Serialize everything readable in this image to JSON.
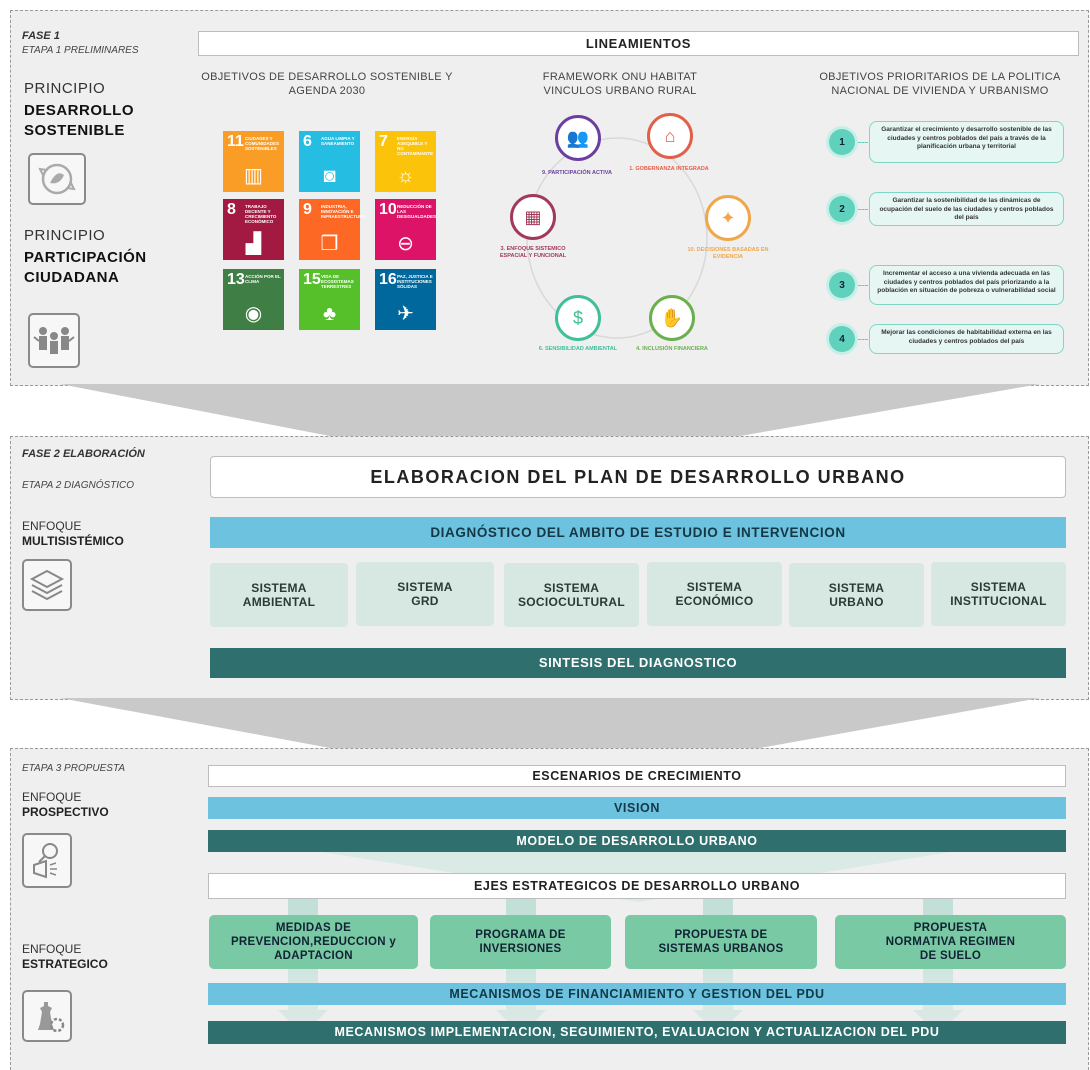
{
  "fase1": {
    "title": "FASE 1",
    "subtitle": "ETAPA 1 PRELIMINARES",
    "principle1_light": "PRINCIPIO",
    "principle1_bold_l1": "DESARROLLO",
    "principle1_bold_l2": "SOSTENIBLE",
    "principle2_light": "PRINCIPIO",
    "principle2_bold_l1": "PARTICIPACIÓN",
    "principle2_bold_l2": "CIUDADANA",
    "lineamientos": "LINEAMIENTOS",
    "col1_l1": "OBJETIVOS DE DESARROLLO SOSTENIBLE Y",
    "col1_l2": "AGENDA 2030",
    "col2_l1": "FRAMEWORK ONU HABITAT",
    "col2_l2": "VINCULOS URBANO RURAL",
    "col3_l1": "OBJETIVOS PRIORITARIOS DE LA POLITICA",
    "col3_l2": "NACIONAL DE VIVIENDA Y URBANISMO",
    "sdgs": [
      {
        "num": "11",
        "text": "Ciudades y comunidades sostenibles",
        "color": "#f99d26",
        "icon": "▥"
      },
      {
        "num": "6",
        "text": "Agua limpia y saneamiento",
        "color": "#26bde2",
        "icon": "◙"
      },
      {
        "num": "7",
        "text": "Energía asequible y no contaminante",
        "color": "#fcc30b",
        "icon": "☼"
      },
      {
        "num": "8",
        "text": "Trabajo decente y crecimiento económico",
        "color": "#a21942",
        "icon": "▟"
      },
      {
        "num": "9",
        "text": "Industria, innovación e infraestructura",
        "color": "#fd6925",
        "icon": "❒"
      },
      {
        "num": "10",
        "text": "Reducción de las desigualdades",
        "color": "#dd1367",
        "icon": "⊖"
      },
      {
        "num": "13",
        "text": "Acción por el clima",
        "color": "#3f7e44",
        "icon": "◉"
      },
      {
        "num": "15",
        "text": "Vida de ecosistemas terrestres",
        "color": "#56c02b",
        "icon": "♣"
      },
      {
        "num": "16",
        "text": "Paz, justicia e instituciones sólidas",
        "color": "#00689d",
        "icon": "✈"
      }
    ],
    "framework": [
      {
        "label": "9. PARTICIPACIÓN ACTIVA",
        "color": "#6b3fa0",
        "icon": "👥"
      },
      {
        "label": "1. GOBERNANZA INTEGRADA",
        "color": "#e0604a",
        "icon": "⌂"
      },
      {
        "label": "10. DECISIONES BASADAS EN EVIDENCIA",
        "color": "#f0a64a",
        "icon": "✦"
      },
      {
        "label": "4. INCLUSIÓN FINANCIERA",
        "color": "#6ab04c",
        "icon": "✋"
      },
      {
        "label": "6. SENSIBILIDAD AMBIENTAL",
        "color": "#3fbf9a",
        "icon": "$"
      },
      {
        "label": "3. ENFOQUE SISTEMICO ESPACIAL Y FUNCIONAL",
        "color": "#a13a5a",
        "icon": "▦"
      }
    ],
    "objectives": [
      {
        "num": "1",
        "text": "Garantizar el crecimiento y desarrollo sostenible de las ciudades y centros poblados del país a través de la planificación urbana y territorial"
      },
      {
        "num": "2",
        "text": "Garantizar la sostenibilidad de las dinámicas de ocupación del suelo de las ciudades y centros poblados del país"
      },
      {
        "num": "3",
        "text": "Incrementar el acceso a una vivienda adecuada en las ciudades y centros poblados del país priorizando a la población en situación de pobreza o vulnerabilidad social"
      },
      {
        "num": "4",
        "text": "Mejorar las condiciones de habitabilidad externa en las ciudades y centros poblados del país"
      }
    ]
  },
  "fase2": {
    "title": "FASE 2 ELABORACIÓN",
    "subtitle": "ETAPA 2 DIAGNÓSTICO",
    "enfoque_light": "ENFOQUE",
    "enfoque_bold": "MULTISISTÉMICO",
    "plan_title": "ELABORACION DEL PLAN DE DESARROLLO URBANO",
    "diagnostico": "DIAGNÓSTICO DEL AMBITO DE ESTUDIO E INTERVENCION",
    "systems": [
      {
        "l1": "SISTEMA",
        "l2": "AMBIENTAL"
      },
      {
        "l1": "SISTEMA",
        "l2": "GRD"
      },
      {
        "l1": "SISTEMA",
        "l2": "SOCIOCULTURAL"
      },
      {
        "l1": "SISTEMA",
        "l2": "ECONÓMICO"
      },
      {
        "l1": "SISTEMA",
        "l2": "URBANO"
      },
      {
        "l1": "SISTEMA",
        "l2": "INSTITUCIONAL"
      }
    ],
    "sintesis": "SINTESIS DEL DIAGNOSTICO"
  },
  "fase3": {
    "subtitle": "ETAPA 3 PROPUESTA",
    "enfoque1_light": "ENFOQUE",
    "enfoque1_bold": "PROSPECTIVO",
    "enfoque2_light": "ENFOQUE",
    "enfoque2_bold": "ESTRATEGICO",
    "escenarios": "ESCENARIOS DE CRECIMIENTO",
    "vision": "VISION",
    "modelo": "MODELO DE DESARROLLO URBANO",
    "ejes": "EJES ESTRATEGICOS DE DESARROLLO URBANO",
    "measures": [
      {
        "l1": "MEDIDAS DE",
        "l2": "PREVENCION,REDUCCION y",
        "l3": "ADAPTACION"
      },
      {
        "l1": "PROGRAMA DE",
        "l2": "INVERSIONES",
        "l3": ""
      },
      {
        "l1": "PROPUESTA DE",
        "l2": "SISTEMAS URBANOS",
        "l3": ""
      },
      {
        "l1": "PROPUESTA",
        "l2": "NORMATIVA REGIMEN",
        "l3": "DE SUELO"
      }
    ],
    "financiamiento": "MECANISMOS DE FINANCIAMIENTO Y GESTION DEL PDU",
    "implementacion": "MECANISMOS IMPLEMENTACION, SEGUIMIENTO, EVALUACION Y ACTUALIZACION DEL PDU"
  }
}
